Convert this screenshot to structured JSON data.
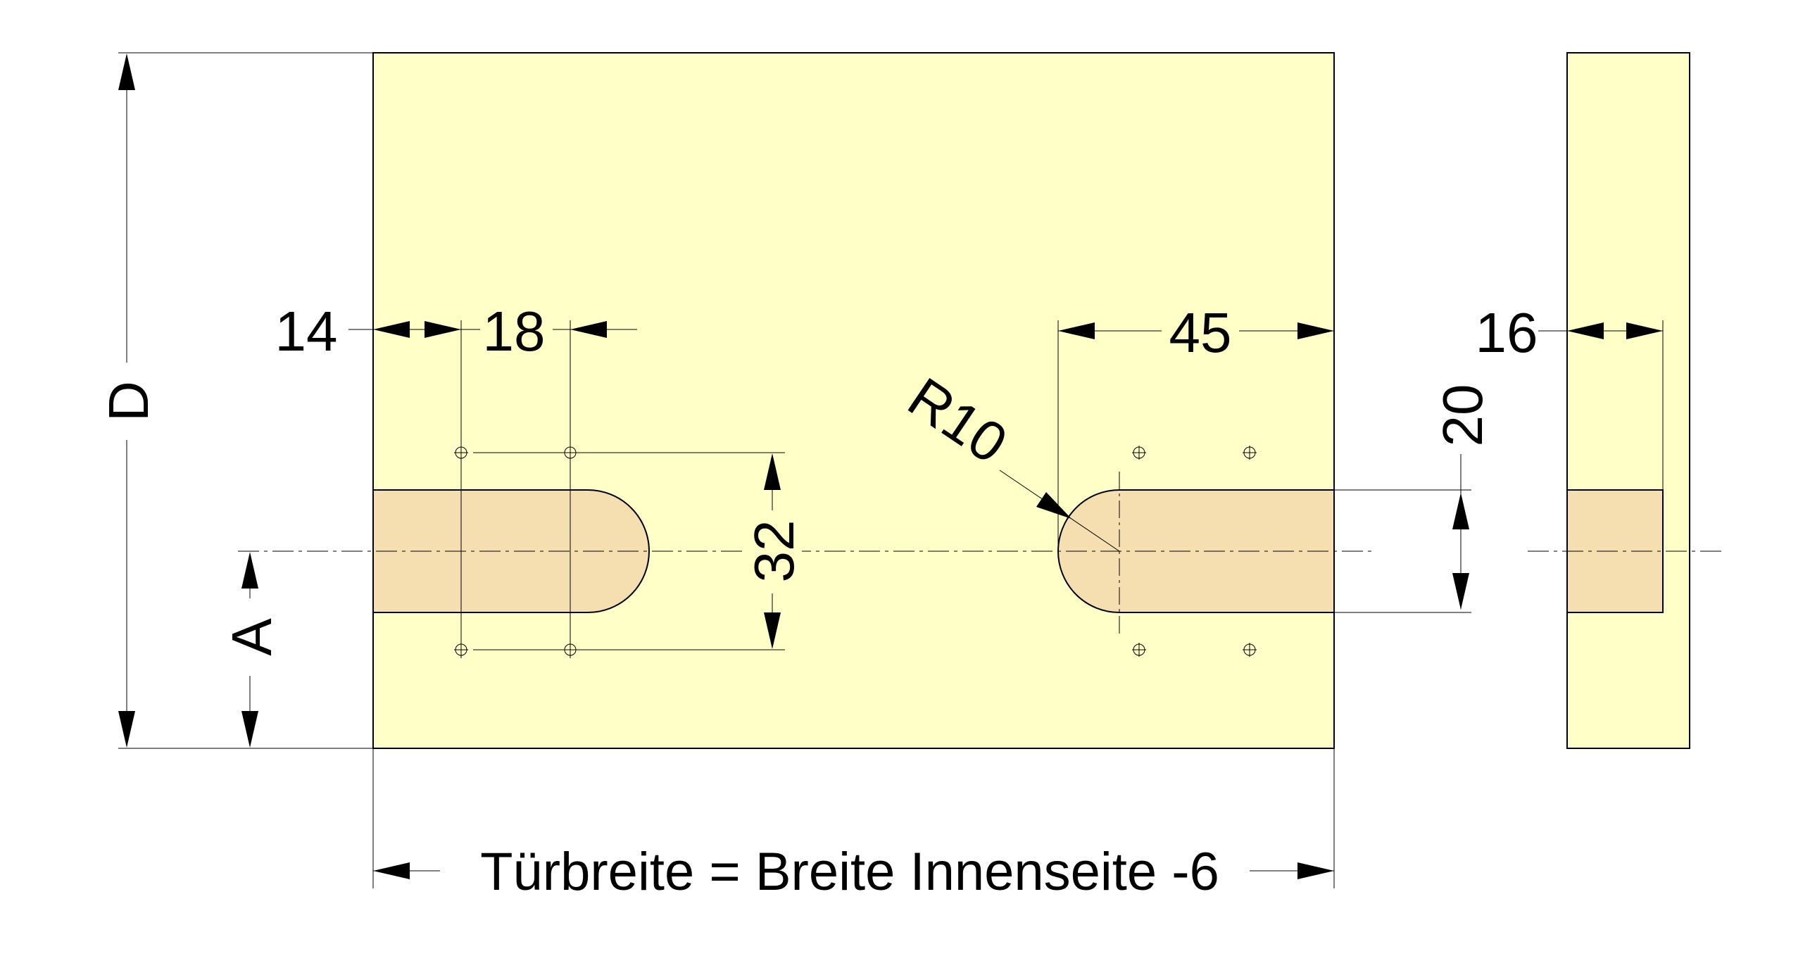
{
  "labels": {
    "d": "D",
    "a": "A",
    "d14": "14",
    "d18": "18",
    "d32": "32",
    "r10": "R10",
    "d45": "45",
    "d20": "20",
    "d16": "16",
    "width": "Türbreite = Breite Innenseite -6"
  }
}
